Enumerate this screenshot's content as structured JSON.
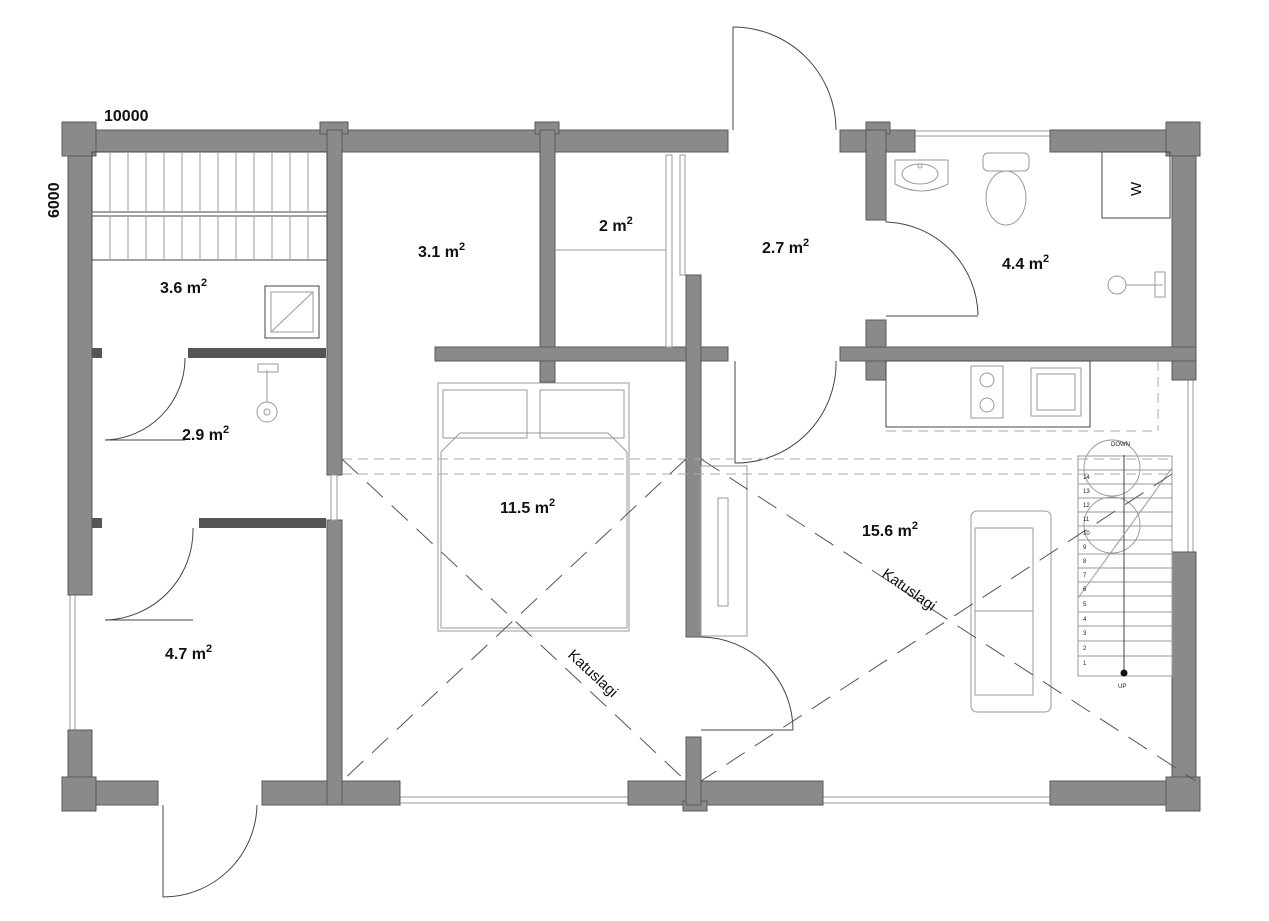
{
  "dimensions": {
    "width_label": "10000",
    "height_label": "6000"
  },
  "rooms": [
    {
      "id": "sauna",
      "value": "3.6"
    },
    {
      "id": "shower",
      "value": "2.9"
    },
    {
      "id": "dressing",
      "value": "4.7"
    },
    {
      "id": "closet",
      "value": "3.1"
    },
    {
      "id": "storage",
      "value": "2"
    },
    {
      "id": "hall",
      "value": "2.7"
    },
    {
      "id": "wc",
      "value": "4.4"
    },
    {
      "id": "bedroom",
      "value": "11.5"
    },
    {
      "id": "living",
      "value": "15.6"
    }
  ],
  "area_unit": "m",
  "area_unit_exp": "2",
  "annotations": {
    "roof_slope_1": "Katuslagi",
    "roof_slope_2": "Katuslagi",
    "washer": "W"
  },
  "stairs": {
    "down_label": "DOWN",
    "up_label": "UP",
    "steps": [
      "1",
      "2",
      "3",
      "4",
      "5",
      "6",
      "7",
      "8",
      "9",
      "10",
      "11",
      "12",
      "13",
      "14"
    ]
  }
}
